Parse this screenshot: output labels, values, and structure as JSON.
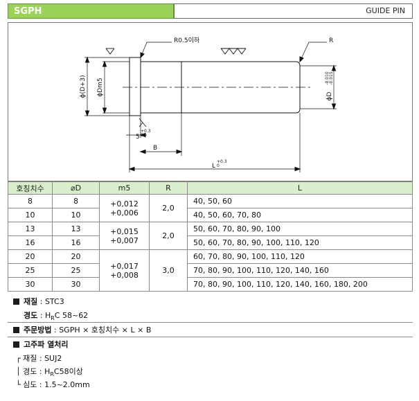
{
  "header": {
    "code": "SGPH",
    "name": "GUIDE PIN"
  },
  "drawing": {
    "label_r05": "R0.5이하",
    "label_r": "R",
    "label_phi_d3": "ϕ(D+3)",
    "label_phi_dm5": "ϕDm5",
    "label_phi_d": "ϕD",
    "label_tol_d_upper": "-0.010",
    "label_tol_d_lower": "-0.015",
    "label_five": "5",
    "label_five_tol": "+0.3",
    "label_five_tol2": "0",
    "label_b": "B",
    "label_l": "L",
    "label_l_tol": "+0.3",
    "label_l_tol2": "0"
  },
  "table": {
    "headers": [
      "호칭치수",
      "⌀D",
      "m5",
      "R",
      "L"
    ],
    "rows": [
      {
        "nom": "8",
        "d": "8",
        "l": "40, 50, 60"
      },
      {
        "nom": "10",
        "d": "10",
        "l": "40, 50, 60, 70, 80"
      },
      {
        "nom": "13",
        "d": "13",
        "l": "50, 60, 70, 80, 90, 100"
      },
      {
        "nom": "16",
        "d": "16",
        "l": "50, 60, 70, 80, 90, 100, 110, 120"
      },
      {
        "nom": "20",
        "d": "20",
        "l": "60, 70, 80, 90, 100, 110, 120"
      },
      {
        "nom": "25",
        "d": "25",
        "l": "70, 80, 90, 100, 110, 120, 140, 160"
      },
      {
        "nom": "30",
        "d": "30",
        "l": "70, 80, 90, 100, 110, 120, 140, 160, 180, 200"
      }
    ],
    "groups": [
      {
        "m5_upper": "+0,012",
        "m5_lower": "+0,006",
        "r": "2,0"
      },
      {
        "m5_upper": "+0,015",
        "m5_lower": "+0,007",
        "r": "2,0"
      },
      {
        "m5_upper": "+0,017",
        "m5_lower": "+0,008",
        "r": "3,0"
      }
    ]
  },
  "notes": {
    "material_label": "재질",
    "material_value": "STC3",
    "hardness_label": "경도",
    "hardness_h": "H",
    "hardness_sub": "R",
    "hardness_value": "C 58~62",
    "order_label": "주문방법",
    "order_value": "SGPH × 호칭치수 × L × B",
    "hf_title": "고주파 열처리",
    "hf_material_label": "재질",
    "hf_material_value": "SUJ2",
    "hf_hardness_label": "경도",
    "hf_hardness_h": "H",
    "hf_hardness_sub": "R",
    "hf_hardness_value": "C58이상",
    "hf_depth_label": "심도",
    "hf_depth_value": "1.5~2.0mm"
  }
}
